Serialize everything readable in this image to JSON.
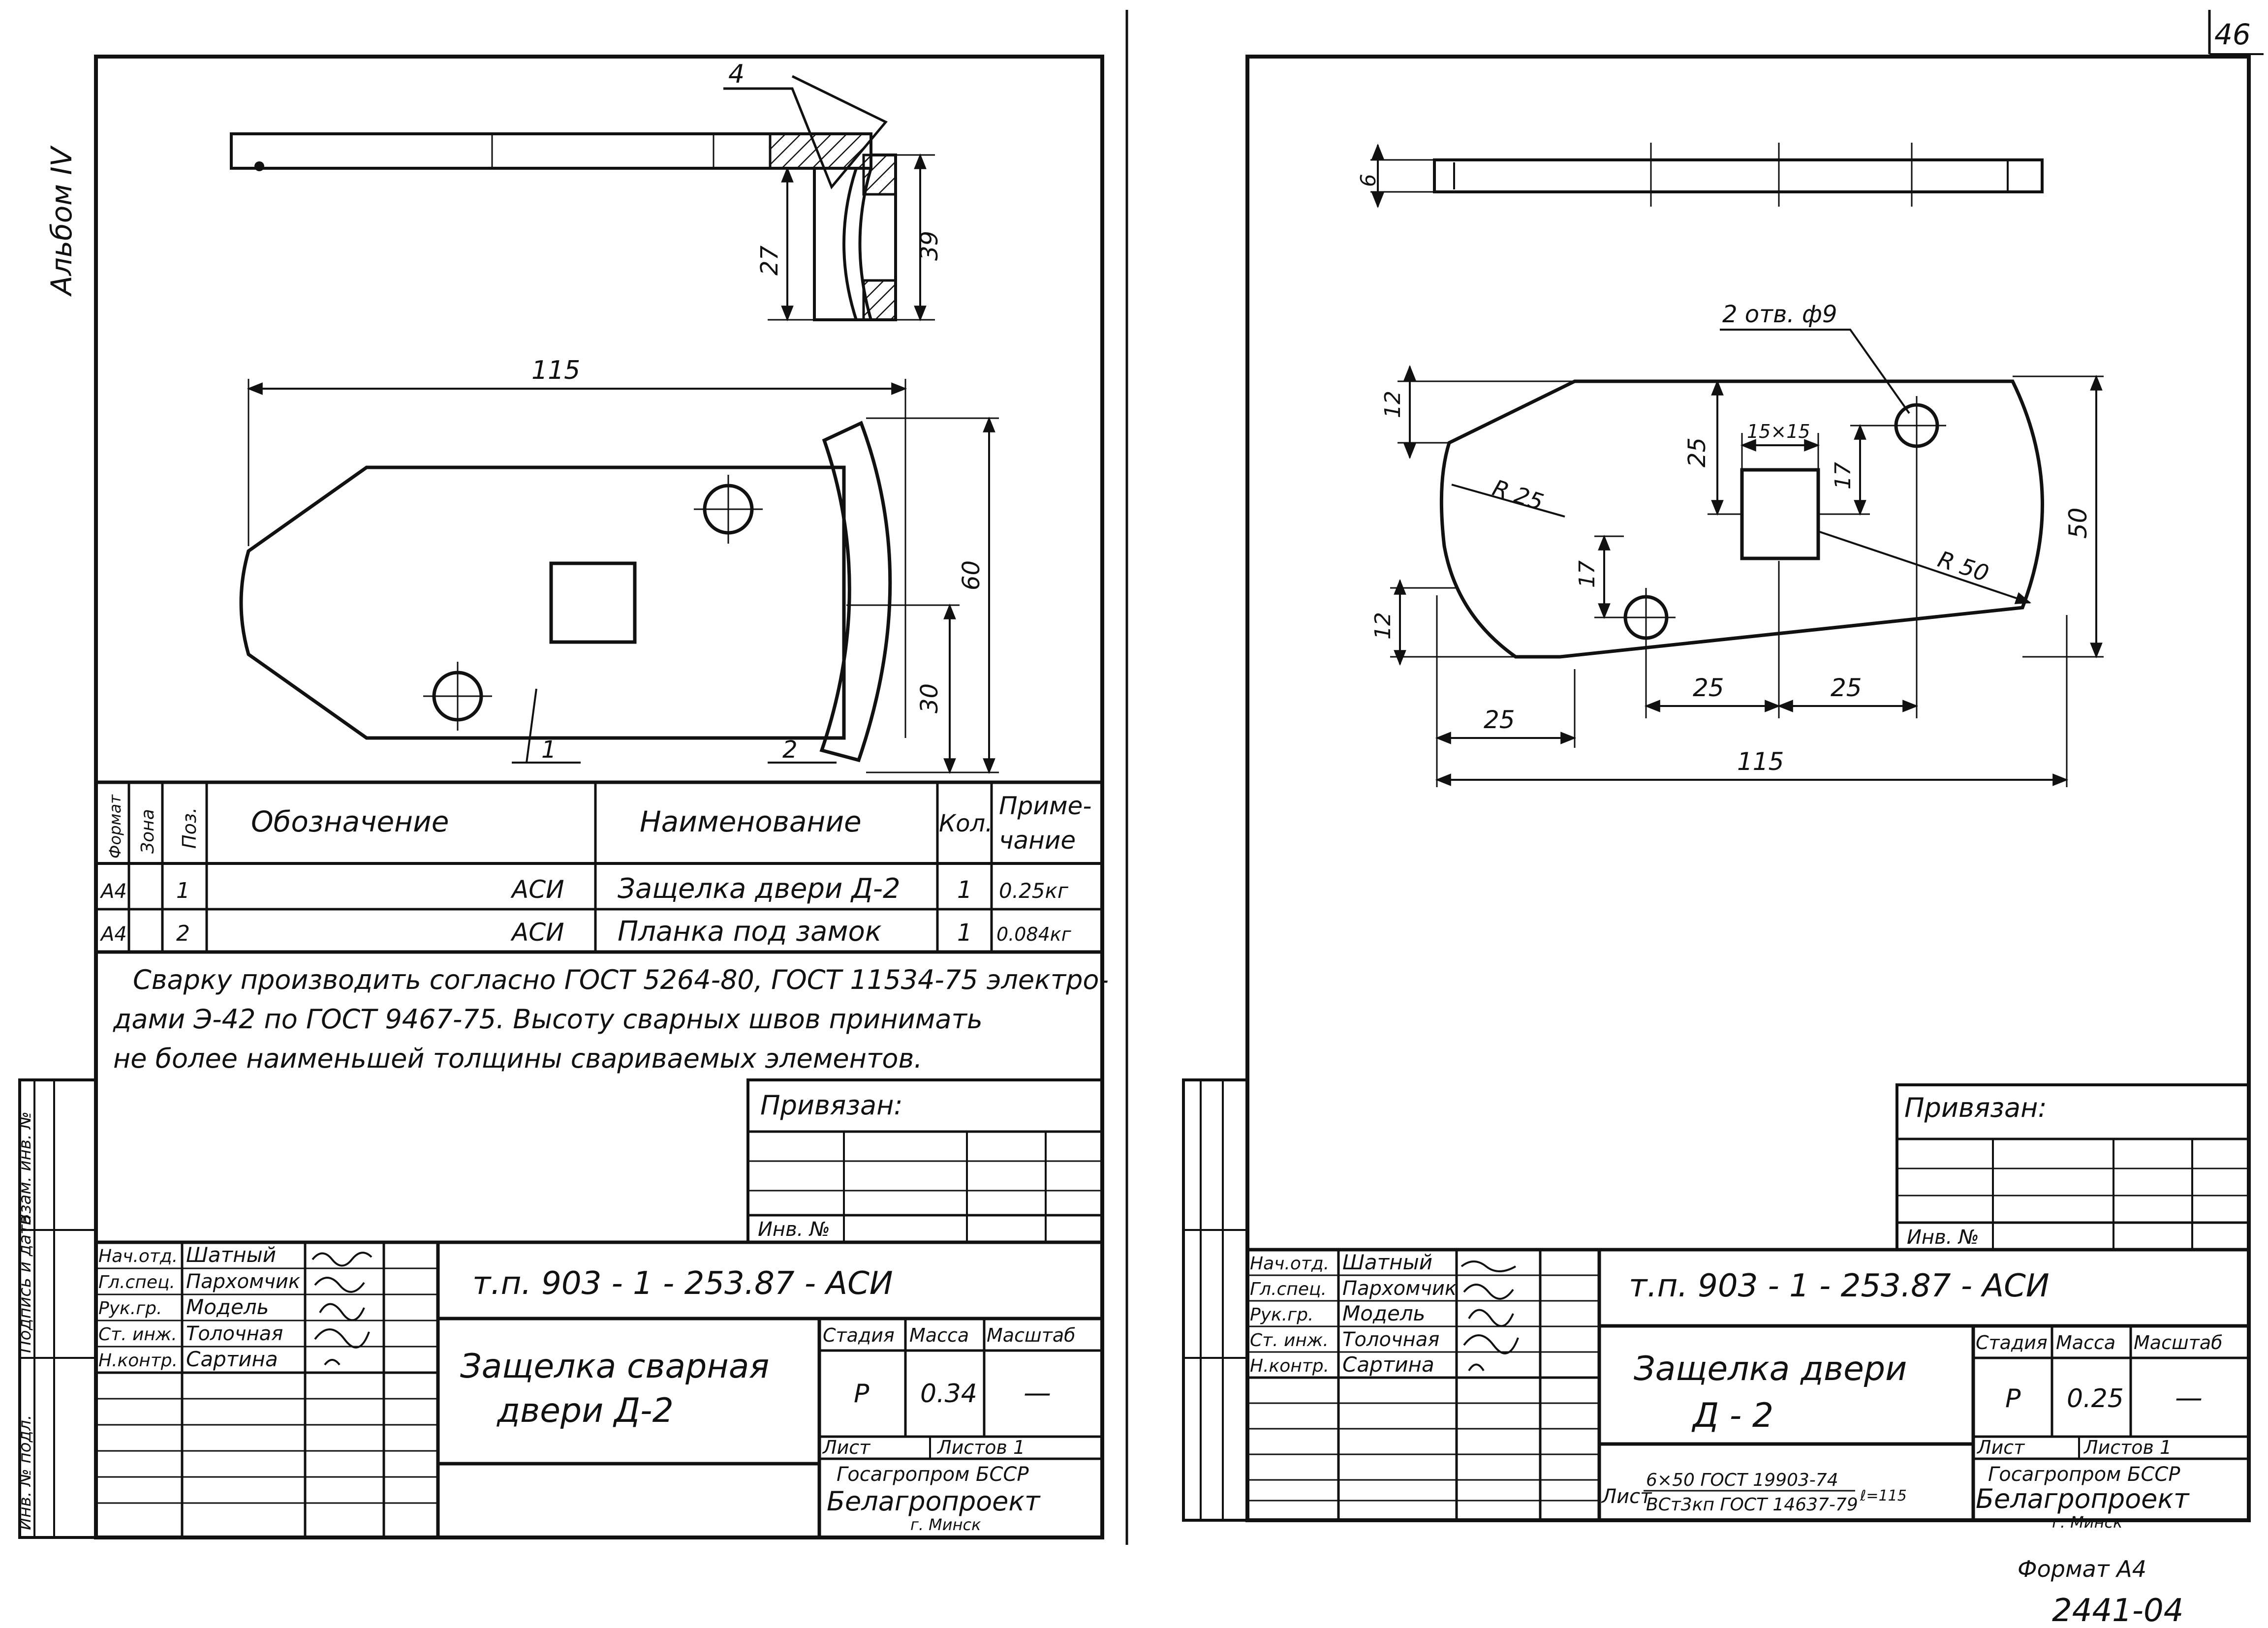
{
  "header": {
    "page_number": "46",
    "album": "Альбом IV"
  },
  "left_sheet": {
    "weld_symbol": "4",
    "dims": {
      "overall_length": "115",
      "width": "60",
      "half_width": "30",
      "bracket_inner": "27",
      "bracket_outer": "39"
    },
    "callouts": [
      "1",
      "2"
    ],
    "spec_table": {
      "headers": {
        "format": "Формат",
        "zone": "Зона",
        "pos": "Поз.",
        "designation": "Обозначение",
        "name": "Наименование",
        "qty": "Кол.",
        "note_line1": "Приме-",
        "note_line2": "чание"
      },
      "rows": [
        {
          "format": "А4",
          "pos": "1",
          "designation": "АСИ",
          "name": "Защелка двери Д-2",
          "qty": "1",
          "note": "0.25кг"
        },
        {
          "format": "А4",
          "pos": "2",
          "designation": "АСИ",
          "name": "Планка под замок",
          "qty": "1",
          "note": "0.084кг"
        }
      ]
    },
    "notes": [
      "Сварку производить согласно ГОСТ 5264-80, ГОСТ 11534-75 электро-",
      "дами Э-42 по ГОСТ 9467-75. Высоту сварных швов принимать",
      "не более наименьшей толщины свариваемых элементов."
    ],
    "bound_label": "Привязан:",
    "inv_label": "Инв. №",
    "side_stamp": [
      "Инв. № подл.",
      "Подпись и дата",
      "Взам. инв. №"
    ],
    "title_block": {
      "roles": [
        "Нач.отд.",
        "Гл.спец.",
        "Рук.гр.",
        "Ст. инж.",
        "Н.контр."
      ],
      "names": [
        "Шатный",
        "Пархомчик",
        "Модель",
        "Толочная",
        "Сартина"
      ],
      "doc_code": "т.п.     903 - 1 - 253.87      - АСИ",
      "title_line1": "Защелка сварная",
      "title_line2": "двери Д-2",
      "stage_label": "Стадия",
      "mass_label": "Масса",
      "scale_label": "Масштаб",
      "stage": "Р",
      "mass": "0.34",
      "scale": "—",
      "sheet_label": "Лист",
      "sheets_label": "Листов 1",
      "org_line1": "Госагропром БССР",
      "org_line2": "Белагропроект",
      "org_line3": "г. Минск"
    }
  },
  "right_sheet": {
    "dims": {
      "thickness": "6",
      "holes": "2 отв. ф9",
      "square": "15×15",
      "r25": "R 25",
      "r50": "R 50",
      "d25a": "25",
      "d17a": "17",
      "d12a": "12",
      "d50": "50",
      "d17b": "17",
      "d12b": "12",
      "d25b": "25",
      "d25c": "25",
      "d25d": "25",
      "d115": "115"
    },
    "bound_label": "Привязан:",
    "inv_label": "Инв. №",
    "title_block": {
      "roles": [
        "Нач.отд.",
        "Гл.спец.",
        "Рук.гр.",
        "Ст. инж.",
        "Н.контр."
      ],
      "names": [
        "Шатный",
        "Пархомчик",
        "Модель",
        "Толочная",
        "Сартина"
      ],
      "doc_code": "т.п.     903 - 1 - 253.87      - АСИ",
      "title_line1": "Защелка двери",
      "title_line2": "Д - 2",
      "stage_label": "Стадия",
      "mass_label": "Масса",
      "scale_label": "Масштаб",
      "stage": "Р",
      "mass": "0.25",
      "scale": "—",
      "sheet_label": "Лист",
      "sheets_label": "Листов 1",
      "material_prefix": "Лист",
      "material_line1": "6×50 ГОСТ 19903-74",
      "material_line2": "ВСт3кп ГОСТ 14637-79",
      "material_length": "ℓ=115",
      "org_line1": "Госагропром БССР",
      "org_line2": "Белагропроект",
      "org_line3": "г. Минск"
    }
  },
  "footer": {
    "format": "Формат А4",
    "archive_no": "2441-04"
  }
}
